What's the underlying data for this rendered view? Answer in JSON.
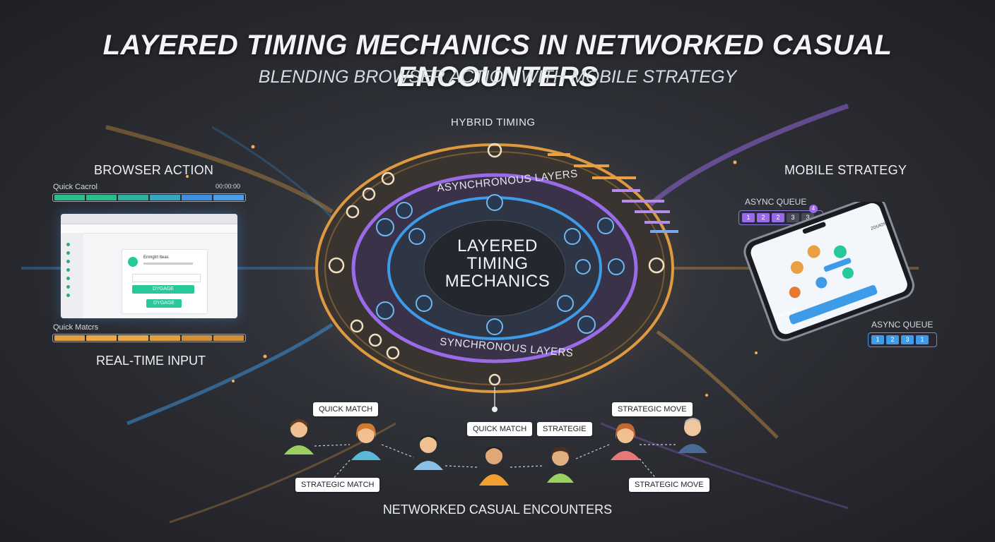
{
  "title": "LAYERED TIMING MECHANICS IN NETWORKED CASUAL ENCOUNTERS",
  "subtitle": "BLENDING BROWSER ACTION WITH MOBILE STRATEGY",
  "center": {
    "line1": "LAYERED",
    "line2": "TIMING",
    "line3": "MECHANICS",
    "outer_ring": "ASYNCHRONOUS LAYERS",
    "inner_ring": "SYNCHRONOUS LAYERS",
    "top_label": "HYBRID TIMING"
  },
  "browser": {
    "heading": "BROWSER ACTION",
    "quick_label_top": "Quick Cacrol",
    "quick_label_top_right": "00:00:00",
    "quick_label_bottom": "Quick Matcrs",
    "card_title": "Enmgtrt tteas",
    "engage_1": "DYGAGE",
    "engage_2": "DYGAGE",
    "real_time": "REAL-TIME INPUT",
    "top_bar_colors": [
      "#27c08c",
      "#27c08c",
      "#2fb2a0",
      "#36a7c0",
      "#3d8fe0",
      "#4a9be8"
    ],
    "bottom_bar_colors": [
      "#e0a040",
      "#e8a848",
      "#e8a848",
      "#e0a040",
      "#d09038",
      "#d09038"
    ]
  },
  "mobile": {
    "heading": "MOBILE STRATEGY",
    "queue_label_1": "ASYNC QUEUE",
    "queue_label_2": "ASYNC QUEUE",
    "queue1_items": [
      "1",
      "2",
      "2",
      "3",
      "3"
    ],
    "queue2_items": [
      "1",
      "2",
      "3",
      "1"
    ],
    "queue1_badge": "4",
    "phone_button": "DIPAGY",
    "phone_header": "ZOUIOS"
  },
  "encounters": {
    "footer": "NETWORKED CASUAL ENCOUNTERS",
    "bubbles": {
      "quick_match_left": "QUICK MATCH",
      "quick_match_center": "QUICK MATCH",
      "strategie": "STRATEGIE",
      "strategic_move_top": "STRATEGIC MOVE",
      "strategic_match": "STRATEGIC MATCH",
      "strategic_move_bottom": "STRATEGIC MOVE"
    }
  },
  "colors": {
    "orange": "#e8a040",
    "purple": "#9a6be8",
    "blue": "#3d9be8",
    "teal": "#27c8a0"
  }
}
